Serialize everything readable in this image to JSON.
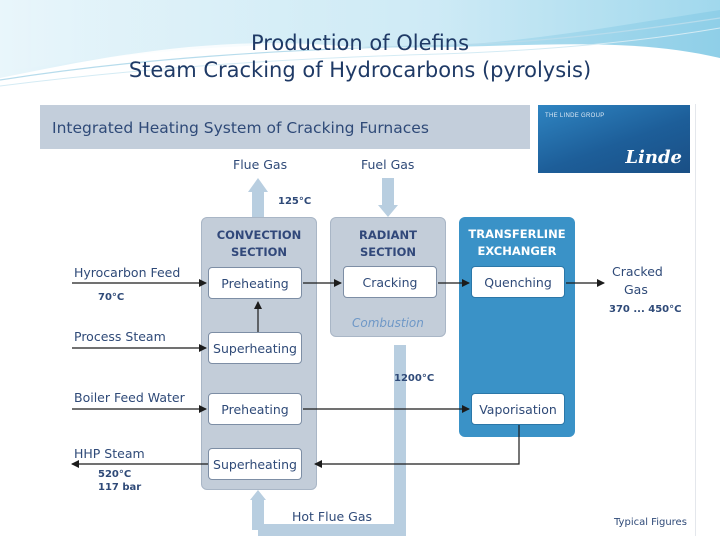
{
  "slide": {
    "title_line1": "Production of Olefins",
    "title_line2": "Steam Cracking of Hydrocarbons (pyrolysis)"
  },
  "diagram": {
    "header": "Integrated Heating System of Cracking Furnaces",
    "logo": {
      "tagline": "THE LINDE GROUP",
      "brand": "Linde"
    },
    "top_labels": {
      "flue_gas": "Flue Gas",
      "fuel_gas": "Fuel Gas"
    },
    "columns": {
      "convection": "CONVECTION SECTION",
      "radiant": "RADIANT SECTION",
      "transferline": "TRANSFERLINE EXCHANGER"
    },
    "boxes": {
      "conv_preheating": "Preheating",
      "conv_superheating_1": "Superheating",
      "conv_preheating_2": "Preheating",
      "conv_superheating_2": "Superheating",
      "cracking": "Cracking",
      "quenching": "Quenching",
      "vaporisation": "Vaporisation"
    },
    "inputs": {
      "hydrocarbon_feed": "Hyrocarbon Feed",
      "hydrocarbon_temp": "70°C",
      "process_steam": "Process Steam",
      "boiler_feed_water": "Boiler Feed Water",
      "hhp_steam": "HHP Steam",
      "hhp_temp": "520°C",
      "hhp_pressure": "117 bar"
    },
    "outputs": {
      "cracked_gas_line1": "Cracked",
      "cracked_gas_line2": "Gas",
      "cracked_gas_temp": "370 ... 450°C"
    },
    "temps": {
      "flue_temp": "125°C",
      "combustion_temp": "1200°C"
    },
    "combustion_label": "Combustion",
    "hot_flue_gas": "Hot Flue Gas",
    "footnote": "Typical Figures"
  }
}
